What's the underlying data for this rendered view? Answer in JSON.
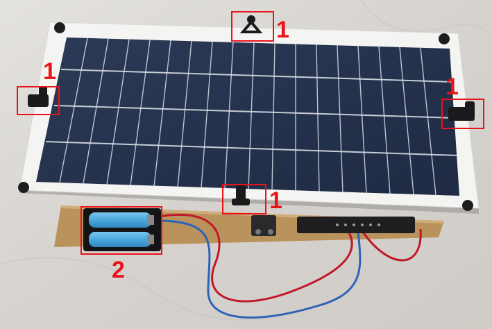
{
  "image": {
    "subject": "solar-panel-tracker-prototype",
    "colors": {
      "annotation": "#e8141b",
      "panel_frame": "#f4f4f2",
      "cell": "#283652",
      "board": "#b9925c",
      "battery": "#4aa7dd",
      "wire_red": "#c0182a",
      "wire_blue": "#2c63b8"
    }
  },
  "callouts": {
    "top": {
      "number": "1"
    },
    "left": {
      "number": "1"
    },
    "right": {
      "number": "1"
    },
    "bottom": {
      "number": "1"
    },
    "battery": {
      "number": "2"
    }
  }
}
